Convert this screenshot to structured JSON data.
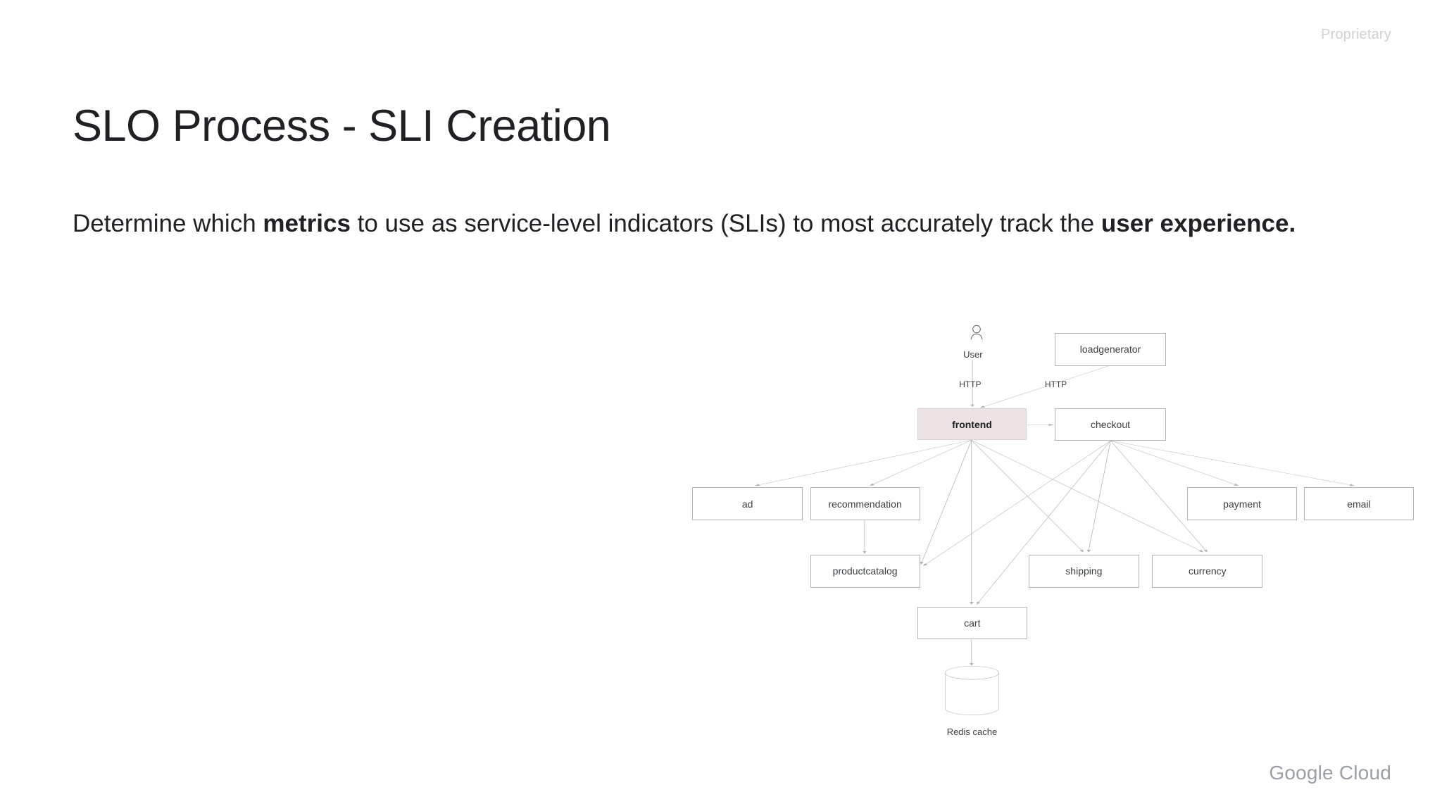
{
  "slide": {
    "classification": "Proprietary",
    "title": "SLO Process - SLI Creation",
    "body_part1": "Determine which ",
    "body_bold1": "metrics",
    "body_part2": " to use as service-level indicators (SLIs) to most accurately track the ",
    "body_bold2": "user experience.",
    "logo_brand": "Google",
    "logo_product": "Cloud"
  },
  "diagram": {
    "actor": {
      "label": "User",
      "icon": "person-icon"
    },
    "edge_labels": {
      "user_http": "HTTP",
      "loadgen_http": "HTTP"
    },
    "nodes": [
      {
        "id": "loadgenerator",
        "label": "loadgenerator"
      },
      {
        "id": "frontend",
        "label": "frontend",
        "accent": true
      },
      {
        "id": "checkout",
        "label": "checkout"
      },
      {
        "id": "ad",
        "label": "ad"
      },
      {
        "id": "recommendation",
        "label": "recommendation"
      },
      {
        "id": "payment",
        "label": "payment"
      },
      {
        "id": "email",
        "label": "email"
      },
      {
        "id": "productcatalog",
        "label": "productcatalog"
      },
      {
        "id": "shipping",
        "label": "shipping"
      },
      {
        "id": "currency",
        "label": "currency"
      },
      {
        "id": "cart",
        "label": "cart"
      },
      {
        "id": "rediscache",
        "label": "Redis cache",
        "shape": "cylinder"
      }
    ],
    "edges": [
      {
        "from": "User",
        "to": "frontend",
        "label": "HTTP"
      },
      {
        "from": "loadgenerator",
        "to": "frontend",
        "label": "HTTP"
      },
      {
        "from": "frontend",
        "to": "checkout"
      },
      {
        "from": "frontend",
        "to": "ad"
      },
      {
        "from": "frontend",
        "to": "recommendation"
      },
      {
        "from": "frontend",
        "to": "productcatalog"
      },
      {
        "from": "frontend",
        "to": "shipping"
      },
      {
        "from": "frontend",
        "to": "currency"
      },
      {
        "from": "frontend",
        "to": "cart"
      },
      {
        "from": "recommendation",
        "to": "productcatalog"
      },
      {
        "from": "checkout",
        "to": "payment"
      },
      {
        "from": "checkout",
        "to": "email"
      },
      {
        "from": "checkout",
        "to": "productcatalog"
      },
      {
        "from": "checkout",
        "to": "shipping"
      },
      {
        "from": "checkout",
        "to": "currency"
      },
      {
        "from": "checkout",
        "to": "cart"
      },
      {
        "from": "cart",
        "to": "rediscache"
      }
    ],
    "colors": {
      "node_border": "#b4b4b4",
      "accent_fill": "#ede3e4",
      "edge": "#b0b0b0",
      "text": "#3c4043"
    }
  }
}
